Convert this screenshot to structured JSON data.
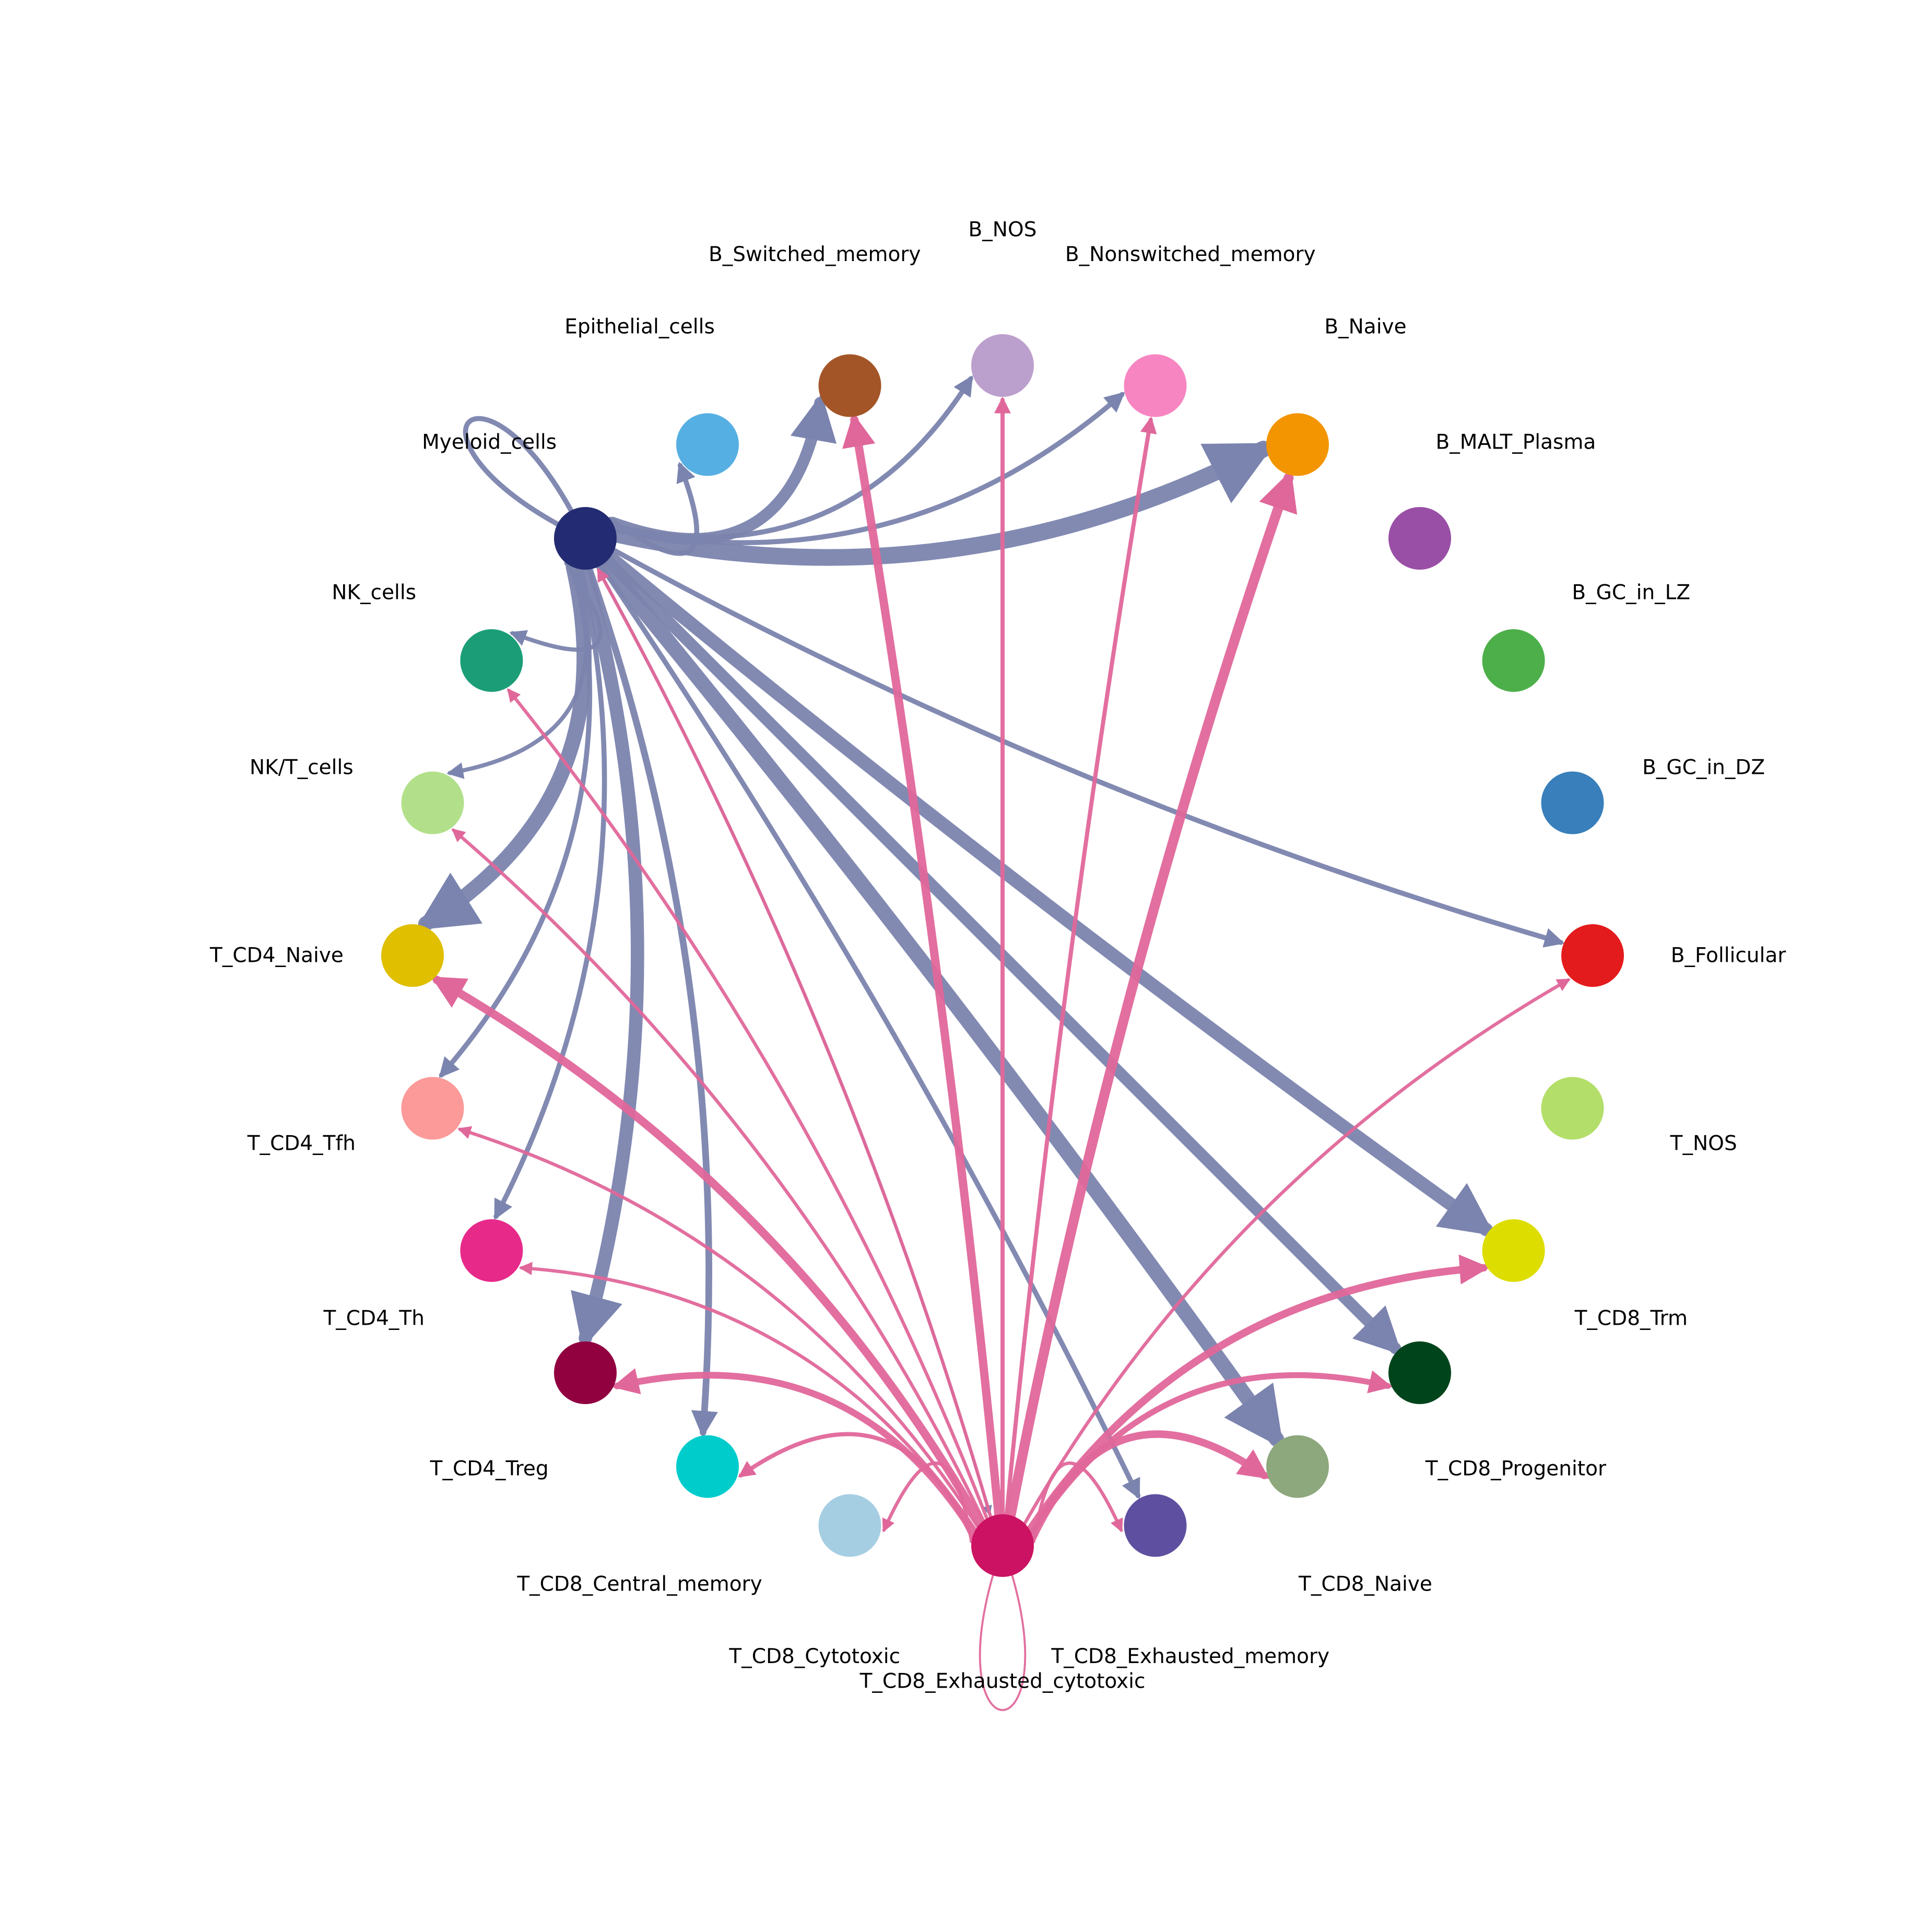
{
  "diagram": {
    "type": "cell-cell-communication-circle",
    "edge_colors": {
      "Myeloid_cells": "#7b84ae",
      "T_CD8_Exhausted_cytotoxic": "#e0679a"
    },
    "nodes": [
      {
        "id": "Myeloid_cells",
        "label": "Myeloid_cells",
        "color": "#232c72"
      },
      {
        "id": "Epithelial_cells",
        "label": "Epithelial_cells",
        "color": "#55afe3"
      },
      {
        "id": "B_Switched_memory",
        "label": "B_Switched_memory",
        "color": "#a45528"
      },
      {
        "id": "B_NOS",
        "label": "B_NOS",
        "color": "#bb9fcc"
      },
      {
        "id": "B_Nonswitched_memory",
        "label": "B_Nonswitched_memory",
        "color": "#f785c1"
      },
      {
        "id": "B_Naive",
        "label": "B_Naive",
        "color": "#f39500"
      },
      {
        "id": "B_MALT_Plasma",
        "label": "B_MALT_Plasma",
        "color": "#994fa6"
      },
      {
        "id": "B_GC_in_LZ",
        "label": "B_GC_in_LZ",
        "color": "#4daf4a"
      },
      {
        "id": "B_GC_in_DZ",
        "label": "B_GC_in_DZ",
        "color": "#387fbb"
      },
      {
        "id": "B_Follicular",
        "label": "B_Follicular",
        "color": "#e41b1c"
      },
      {
        "id": "T_NOS",
        "label": "T_NOS",
        "color": "#b3de69"
      },
      {
        "id": "T_CD8_Trm",
        "label": "T_CD8_Trm",
        "color": "#dddd00"
      },
      {
        "id": "T_CD8_Progenitor",
        "label": "T_CD8_Progenitor",
        "color": "#00441b"
      },
      {
        "id": "T_CD8_Naive",
        "label": "T_CD8_Naive",
        "color": "#8da87c"
      },
      {
        "id": "T_CD8_Exhausted_memory",
        "label": "T_CD8_Exhausted_memory",
        "color": "#5f4fa0"
      },
      {
        "id": "T_CD8_Exhausted_cytotoxic",
        "label": "T_CD8_Exhausted_cytotoxic",
        "color": "#cc1262"
      },
      {
        "id": "T_CD8_Cytotoxic",
        "label": "T_CD8_Cytotoxic",
        "color": "#a6cee3"
      },
      {
        "id": "T_CD8_Central_memory",
        "label": "T_CD8_Central_memory",
        "color": "#00cccc"
      },
      {
        "id": "T_CD4_Treg",
        "label": "T_CD4_Treg",
        "color": "#910140"
      },
      {
        "id": "T_CD4_Th",
        "label": "T_CD4_Th",
        "color": "#e7298a"
      },
      {
        "id": "T_CD4_Tfh",
        "label": "T_CD4_Tfh",
        "color": "#fb9a99"
      },
      {
        "id": "T_CD4_Naive",
        "label": "T_CD4_Naive",
        "color": "#e0be00"
      },
      {
        "id": "NK/T_cells",
        "label": "NK/T_cells",
        "color": "#b2e08a"
      },
      {
        "id": "NK_cells",
        "label": "NK_cells",
        "color": "#1b9e77"
      }
    ],
    "edges": [
      {
        "source": "Myeloid_cells",
        "target": "Myeloid_cells",
        "weight": 3
      },
      {
        "source": "Myeloid_cells",
        "target": "Epithelial_cells",
        "weight": 3
      },
      {
        "source": "Myeloid_cells",
        "target": "B_Switched_memory",
        "weight": 7
      },
      {
        "source": "Myeloid_cells",
        "target": "B_NOS",
        "weight": 3
      },
      {
        "source": "Myeloid_cells",
        "target": "B_Nonswitched_memory",
        "weight": 3
      },
      {
        "source": "Myeloid_cells",
        "target": "B_Naive",
        "weight": 10
      },
      {
        "source": "Myeloid_cells",
        "target": "B_Follicular",
        "weight": 3
      },
      {
        "source": "Myeloid_cells",
        "target": "T_CD8_Trm",
        "weight": 8
      },
      {
        "source": "Myeloid_cells",
        "target": "T_CD8_Progenitor",
        "weight": 7
      },
      {
        "source": "Myeloid_cells",
        "target": "T_CD8_Naive",
        "weight": 9
      },
      {
        "source": "Myeloid_cells",
        "target": "T_CD8_Exhausted_memory",
        "weight": 3
      },
      {
        "source": "Myeloid_cells",
        "target": "T_CD8_Exhausted_cytotoxic",
        "weight": 1.5
      },
      {
        "source": "Myeloid_cells",
        "target": "T_CD8_Central_memory",
        "weight": 4
      },
      {
        "source": "Myeloid_cells",
        "target": "T_CD4_Treg",
        "weight": 8
      },
      {
        "source": "Myeloid_cells",
        "target": "T_CD4_Th",
        "weight": 3
      },
      {
        "source": "Myeloid_cells",
        "target": "T_CD4_Tfh",
        "weight": 3
      },
      {
        "source": "Myeloid_cells",
        "target": "T_CD4_Naive",
        "weight": 9
      },
      {
        "source": "Myeloid_cells",
        "target": "NK/T_cells",
        "weight": 2.5
      },
      {
        "source": "Myeloid_cells",
        "target": "NK_cells",
        "weight": 2.5
      },
      {
        "source": "T_CD8_Exhausted_cytotoxic",
        "target": "T_CD8_Exhausted_cytotoxic",
        "weight": 1.2
      },
      {
        "source": "T_CD8_Exhausted_cytotoxic",
        "target": "Myeloid_cells",
        "weight": 2
      },
      {
        "source": "T_CD8_Exhausted_cytotoxic",
        "target": "B_Switched_memory",
        "weight": 5
      },
      {
        "source": "T_CD8_Exhausted_cytotoxic",
        "target": "B_NOS",
        "weight": 2.5
      },
      {
        "source": "T_CD8_Exhausted_cytotoxic",
        "target": "B_Nonswitched_memory",
        "weight": 2.5
      },
      {
        "source": "T_CD8_Exhausted_cytotoxic",
        "target": "B_Naive",
        "weight": 6
      },
      {
        "source": "T_CD8_Exhausted_cytotoxic",
        "target": "B_Follicular",
        "weight": 2
      },
      {
        "source": "T_CD8_Exhausted_cytotoxic",
        "target": "T_CD8_Trm",
        "weight": 4.5
      },
      {
        "source": "T_CD8_Exhausted_cytotoxic",
        "target": "T_CD8_Progenitor",
        "weight": 3.5
      },
      {
        "source": "T_CD8_Exhausted_cytotoxic",
        "target": "T_CD8_Naive",
        "weight": 4.5
      },
      {
        "source": "T_CD8_Exhausted_cytotoxic",
        "target": "T_CD8_Exhausted_memory",
        "weight": 2
      },
      {
        "source": "T_CD8_Exhausted_cytotoxic",
        "target": "T_CD8_Cytotoxic",
        "weight": 2
      },
      {
        "source": "T_CD8_Exhausted_cytotoxic",
        "target": "T_CD8_Central_memory",
        "weight": 2.5
      },
      {
        "source": "T_CD8_Exhausted_cytotoxic",
        "target": "T_CD4_Treg",
        "weight": 4
      },
      {
        "source": "T_CD8_Exhausted_cytotoxic",
        "target": "T_CD4_Th",
        "weight": 2
      },
      {
        "source": "T_CD8_Exhausted_cytotoxic",
        "target": "T_CD4_Tfh",
        "weight": 2
      },
      {
        "source": "T_CD8_Exhausted_cytotoxic",
        "target": "T_CD4_Naive",
        "weight": 5
      },
      {
        "source": "T_CD8_Exhausted_cytotoxic",
        "target": "NK/T_cells",
        "weight": 2
      },
      {
        "source": "T_CD8_Exhausted_cytotoxic",
        "target": "NK_cells",
        "weight": 2
      }
    ]
  }
}
